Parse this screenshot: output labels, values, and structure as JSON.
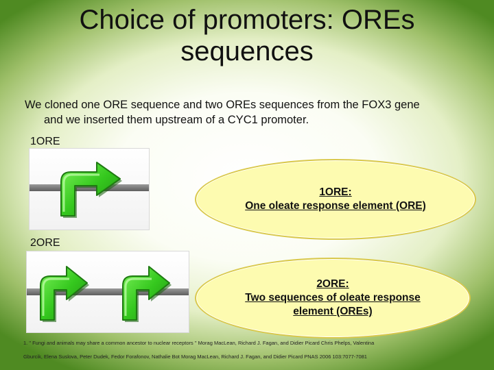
{
  "slide": {
    "title_line1": "Choice of promoters: OREs",
    "title_line2": "sequences",
    "intro_line1": "We cloned one ORE sequence and two OREs sequences from the FOX3 gene",
    "intro_line2": "and we inserted them upstream of a CYC1 promoter."
  },
  "ore1": {
    "label": "1ORE",
    "callout_line1": "1ORE:",
    "callout_line2": "One oleate response element (ORE)",
    "icon": "promoter-arrow-icon"
  },
  "ore2": {
    "label": "2ORE",
    "callout_line1": "2ORE:",
    "callout_line2": "Two sequences of oleate response",
    "callout_line3": "element (OREs)",
    "icons": [
      "promoter-arrow-icon",
      "promoter-arrow-icon"
    ]
  },
  "footnote": {
    "line1": "1. \" Fungi and animals may share   a common ancestor to nuclear receptors \" Morag MacLean, Richard J. Fagan, and Didier Picard Chris Phelps, Valentina",
    "line2": "Gburcik, Elena Suslova, Peter Dudek, Fedor Forafonov, Nathalie Bot Morag MacLean, Richard J. Fagan, and Didier Picard PNAS 2006 103:7077-7081"
  },
  "colors": {
    "arrow_green": "#35c81e",
    "arrow_dark": "#1f7a12",
    "callout_fill": "#fdfbb0",
    "border_green": "#4f8a22"
  }
}
